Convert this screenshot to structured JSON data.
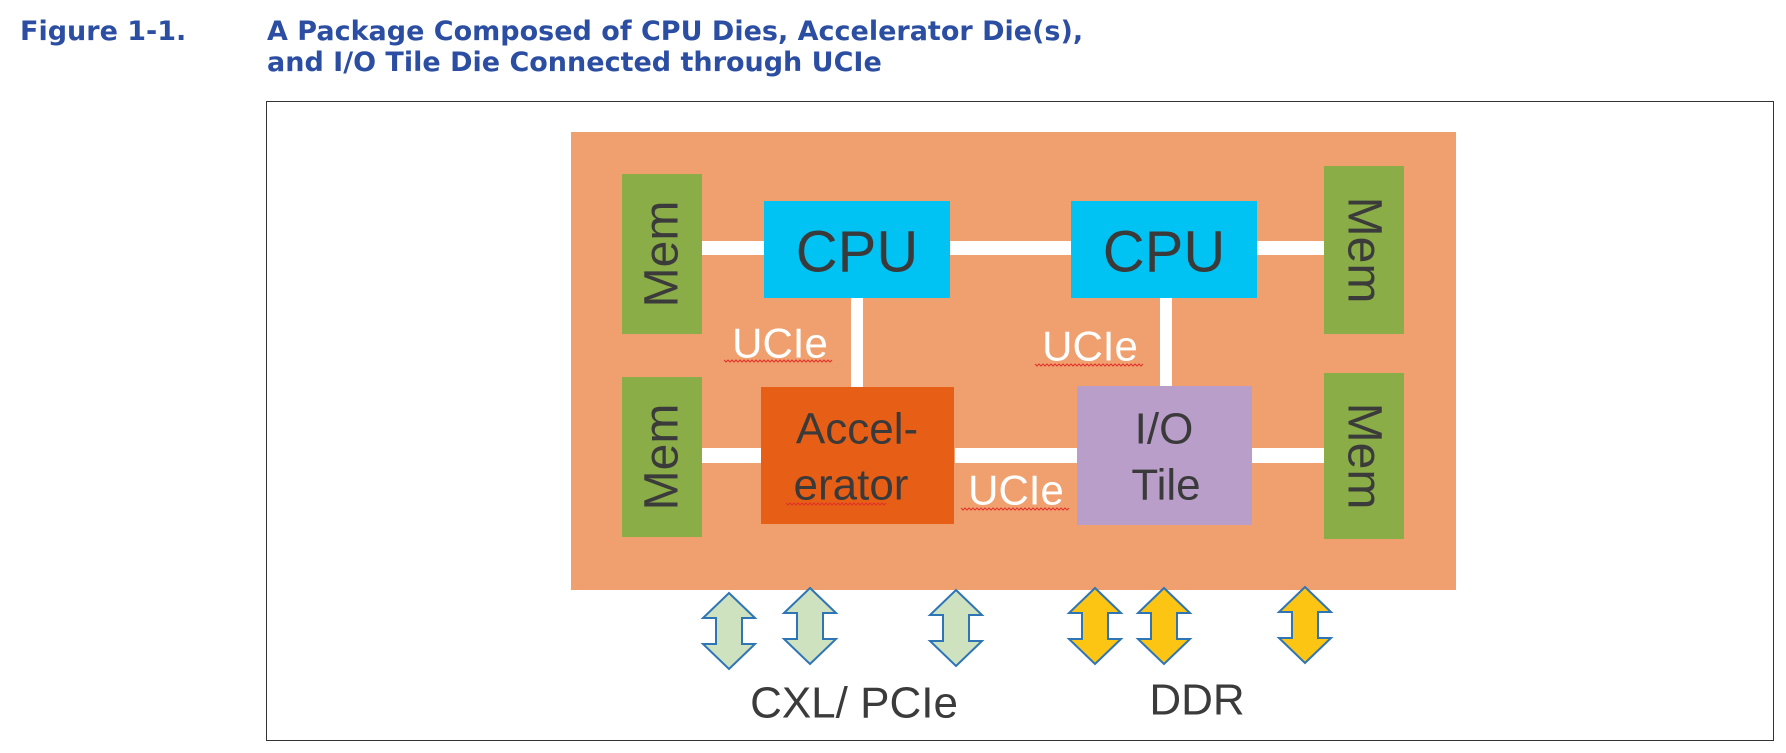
{
  "figure": {
    "number": "Figure 1-1.",
    "title_lines": [
      "A Package Composed of CPU Dies, Accelerator Die(s),",
      "and I/O Tile Die Connected through UCIe"
    ]
  },
  "diagram": {
    "blocks": {
      "mem_top_left": "Mem",
      "mem_bottom_left": "Mem",
      "mem_top_right": "Mem",
      "mem_bottom_right": "Mem",
      "cpu_left": "CPU",
      "cpu_right": "CPU",
      "accelerator": [
        "Accel-",
        "erator"
      ],
      "io_tile": [
        "I/O",
        "Tile"
      ]
    },
    "links": {
      "ucie_left": "UCIe",
      "ucie_right": "UCIe",
      "ucie_bottom": "UCIe"
    },
    "interfaces": {
      "cxl_pcie": "CXL/ PCIe",
      "ddr": "DDR"
    },
    "colors": {
      "package": "#f0a06f",
      "mem": "#8aad47",
      "cpu": "#00c3f3",
      "accelerator": "#e75f17",
      "io_tile": "#b99ec9",
      "link": "#ffffff",
      "cxl_arrow_fill": "#cfe2bf",
      "ddr_arrow_fill": "#fcc413",
      "arrow_stroke": "#2e75b6",
      "caption": "#2b4ea2"
    }
  }
}
